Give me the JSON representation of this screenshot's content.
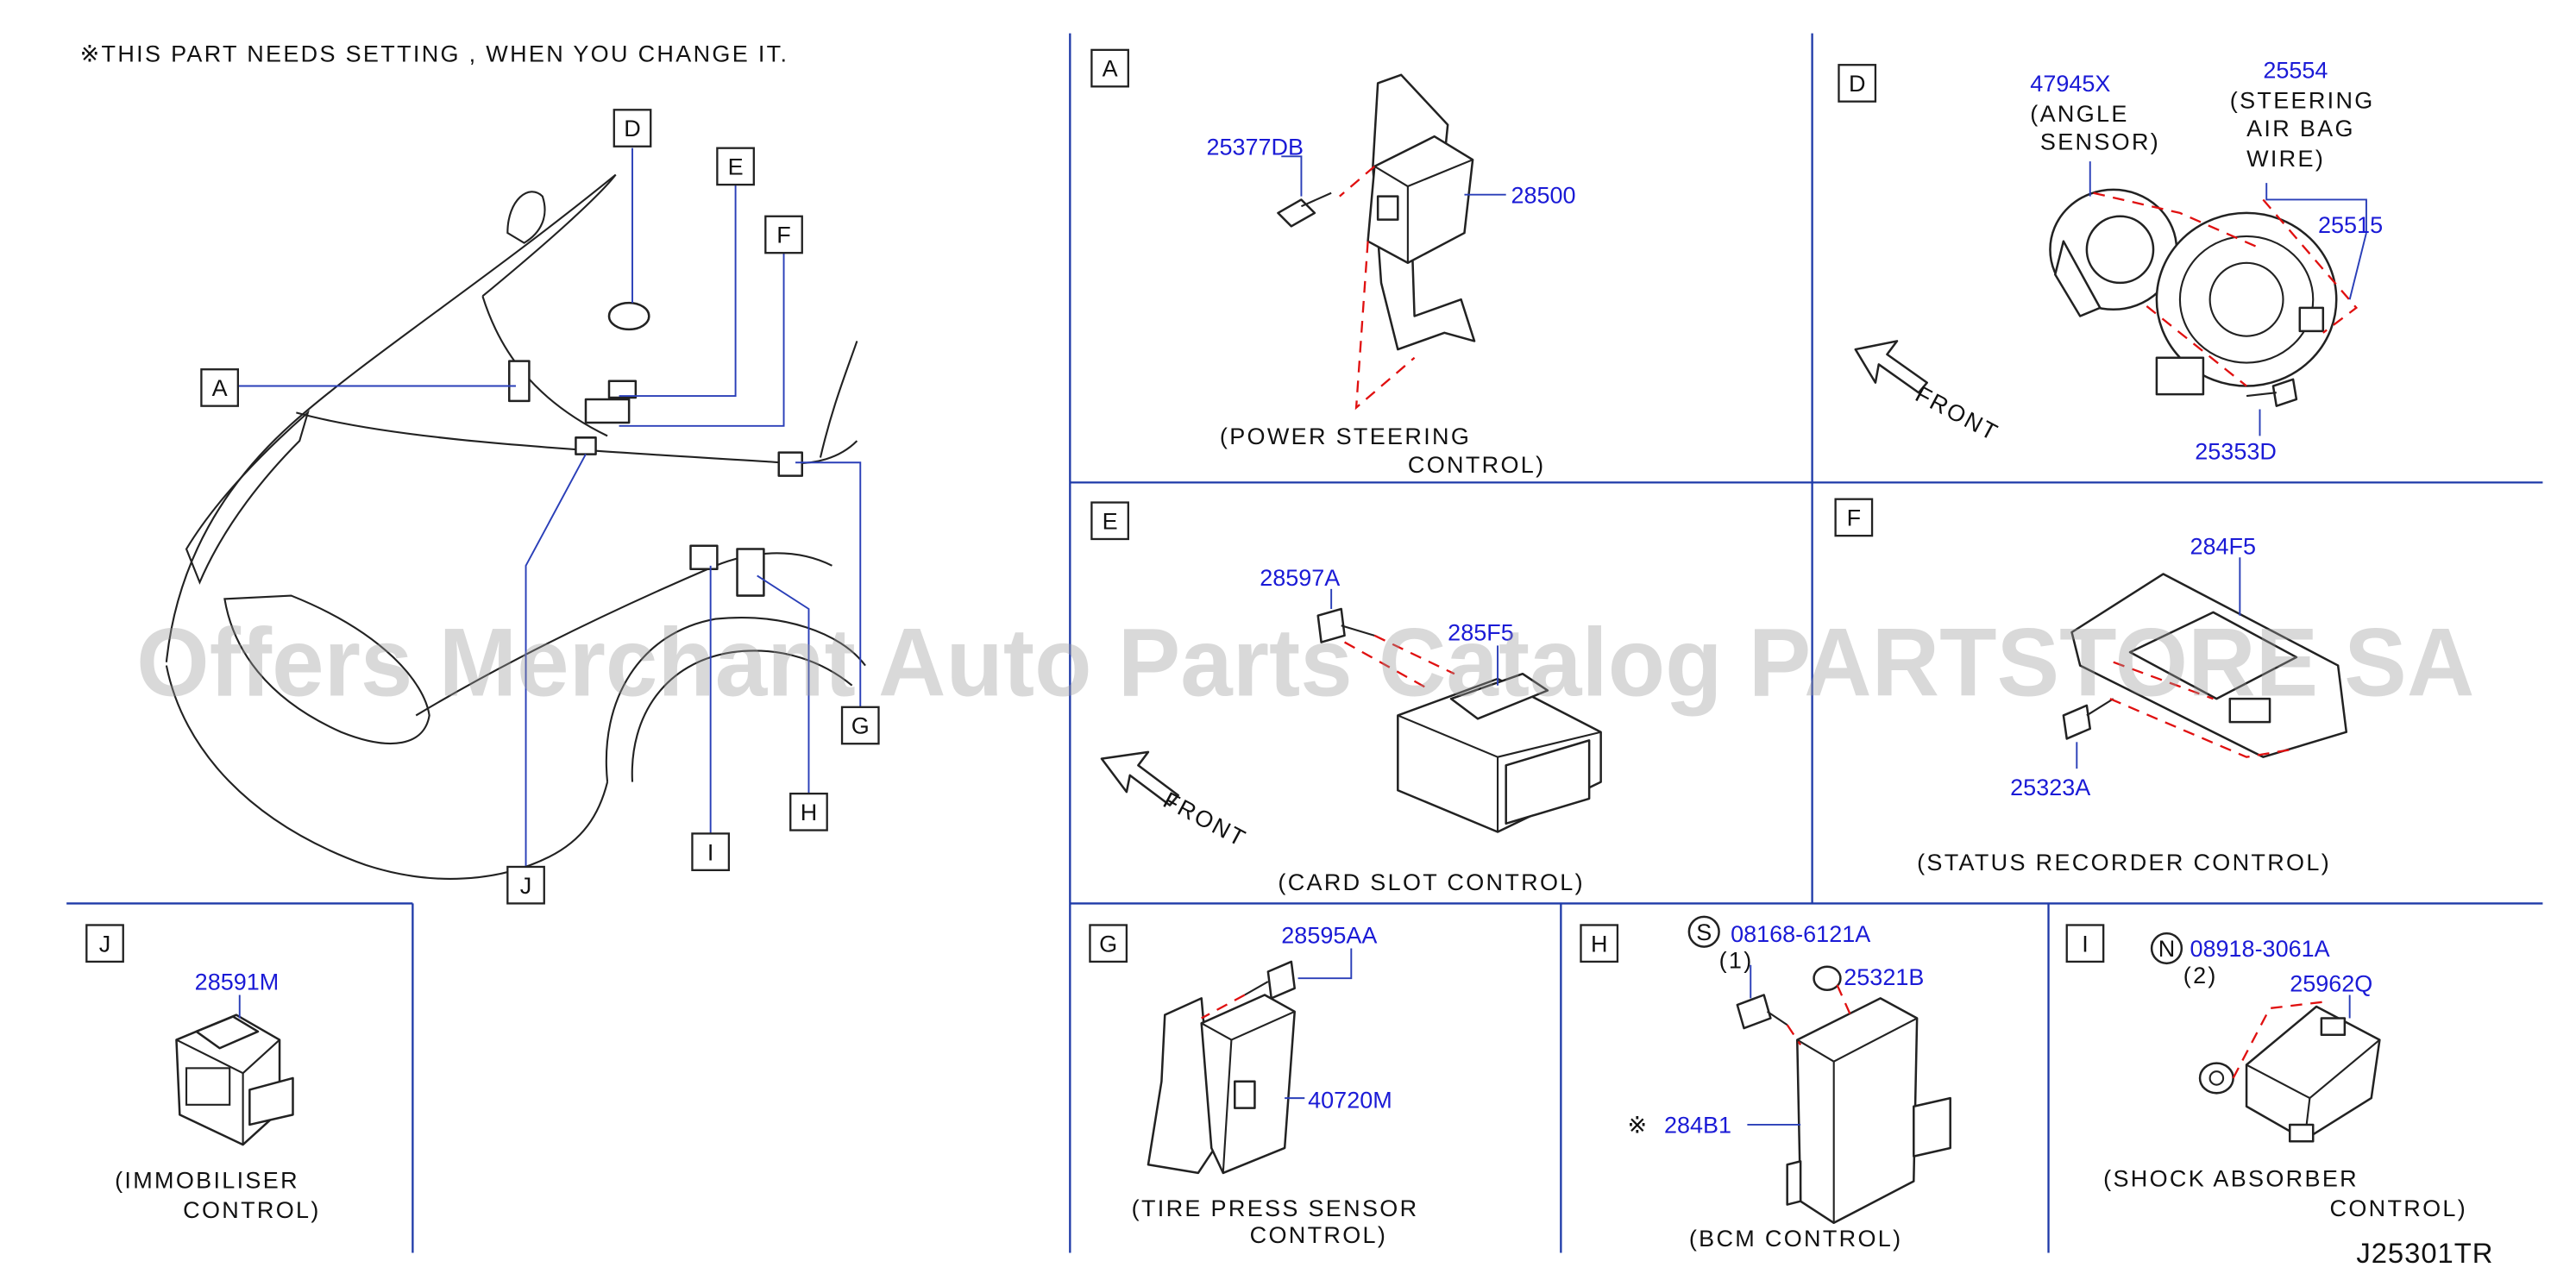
{
  "note": "※THIS  PART  NEEDS  SETTING  ,  WHEN  YOU  CHANGE  IT.",
  "watermark": "Offers Merchant Auto Parts Catalog PARTSTORE SA",
  "diagram_code": "J25301TR",
  "colors": {
    "part_number": "#1a1ad6",
    "divider": "#1e3aa8",
    "leader": "#2a3fb8",
    "dashed": "#e01010"
  },
  "overview": {
    "callouts": [
      "A",
      "D",
      "E",
      "F",
      "G",
      "H",
      "I",
      "J"
    ]
  },
  "sections": {
    "A": {
      "letter": "A",
      "parts": [
        "25377DB",
        "28500"
      ],
      "caption_1": "(POWER   STEERING",
      "caption_2": "CONTROL)"
    },
    "D": {
      "letter": "D",
      "parts": [
        "47945X",
        "25554",
        "25515",
        "25353D"
      ],
      "angle_1": "(ANGLE",
      "angle_2": "SENSOR)",
      "wire_1": "(STEERING",
      "wire_2": "AIR   BAG",
      "wire_3": "WIRE)",
      "front": "FRONT"
    },
    "E": {
      "letter": "E",
      "parts": [
        "28597A",
        "285F5"
      ],
      "caption": "(CARD   SLOT   CONTROL)",
      "front": "FRONT"
    },
    "F": {
      "letter": "F",
      "parts": [
        "284F5",
        "25323A"
      ],
      "caption": "(STATUS   RECORDER   CONTROL)"
    },
    "G": {
      "letter": "G",
      "parts": [
        "28595AA",
        "40720M"
      ],
      "caption_1": "(TIRE   PRESS   SENSOR",
      "caption_2": "CONTROL)"
    },
    "H": {
      "letter": "H",
      "symbol": "S",
      "parts": [
        "08168-6121A",
        "25321B",
        "284B1"
      ],
      "qty": "(1)",
      "mark": "※",
      "caption": "(BCM   CONTROL)"
    },
    "I": {
      "letter": "I",
      "symbol": "N",
      "parts": [
        "08918-3061A",
        "25962Q"
      ],
      "qty": "(2)",
      "caption_1": "(SHOCK   ABSORBER",
      "caption_2": "CONTROL)"
    },
    "J": {
      "letter": "J",
      "parts": [
        "28591M"
      ],
      "caption_1": "(IMMOBILISER",
      "caption_2": "CONTROL)"
    }
  }
}
